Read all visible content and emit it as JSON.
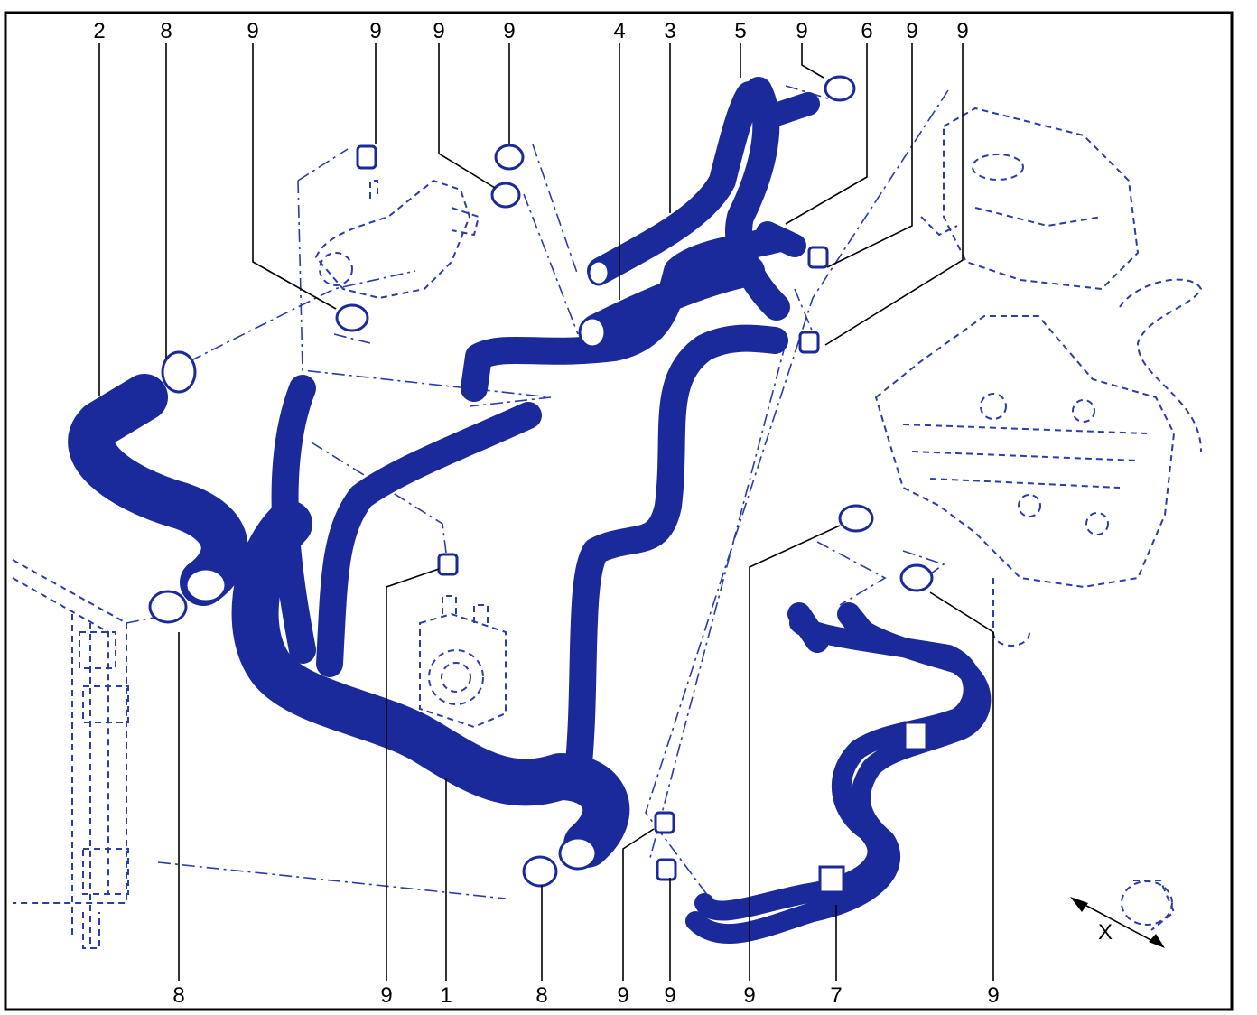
{
  "callouts": {
    "top": [
      "2",
      "8",
      "9",
      "9",
      "9",
      "9",
      "4",
      "3",
      "5",
      "9",
      "6",
      "9",
      "9"
    ],
    "bottom": [
      "8",
      "9",
      "1",
      "8",
      "9",
      "9",
      "9",
      "7",
      "9"
    ]
  },
  "detail": {
    "dimension_label": "X"
  },
  "colors": {
    "line": "#1b2a9a",
    "dash": "#2c3ca8",
    "fill": "#ffffff",
    "dot": "#3340b0"
  }
}
